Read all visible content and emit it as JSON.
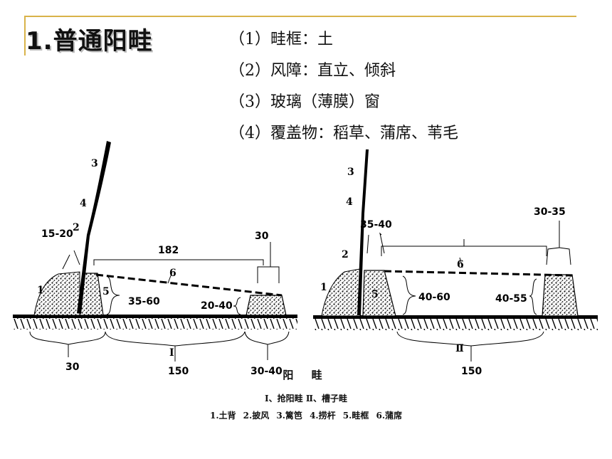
{
  "slide": {
    "title": "1.普通阳畦",
    "bullets": [
      "（1）畦框：土",
      "（2）风障：直立、倾斜",
      "（3）玻璃（薄膜）窗",
      "（4）覆盖物：稻草、蒲席、苇毛"
    ]
  },
  "figure": {
    "caption_title": "阳 畦",
    "caption_types": "Ⅰ、抢阳畦 Ⅱ、槽子畦",
    "caption_legend": "1.土背 2.披风 3.篱笆 4.捞杆 5.畦框 6.蒲席",
    "left": {
      "type_label": "Ⅰ",
      "part_numbers": [
        "1",
        "2",
        "3",
        "4",
        "5",
        "6"
      ],
      "dims": {
        "top_width": "182",
        "wall_top": "15-20",
        "front_top": "30",
        "back_height": "35-60",
        "front_height": "20-40",
        "base_back": "30",
        "base_width": "150",
        "base_front": "30-40"
      }
    },
    "right": {
      "type_label": "Ⅱ",
      "part_numbers": [
        "1",
        "2",
        "3",
        "4",
        "5",
        "6"
      ],
      "dims": {
        "wall_top": "35-40",
        "front_top": "30-35",
        "back_height": "40-60",
        "front_height": "40-55",
        "base_width": "150"
      }
    }
  }
}
